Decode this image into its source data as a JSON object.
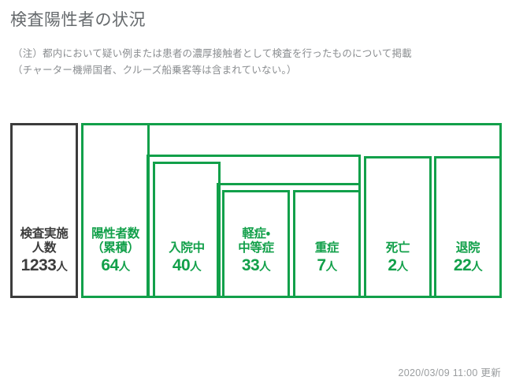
{
  "header": {
    "title": "検査陽性者の状況",
    "notes": [
      "（注）都内において疑い例または患者の濃厚接触者として検査を行ったものについて掲載",
      "（チャーター機帰国者、クルーズ船乗客等は含まれていない。）"
    ]
  },
  "colors": {
    "green": "#12a04a",
    "dark": "#3c3c3c",
    "title_gray": "#666a6d",
    "note_gray": "#8a8d90",
    "footer_gray": "#9a9d9f",
    "background": "#ffffff"
  },
  "chart_data": {
    "type": "diagram",
    "title": "検査陽性者の状況",
    "unit": "人",
    "categories": [
      "検査実施人数",
      "陽性者数（累積）",
      "入院中",
      "軽症・中等症",
      "重症",
      "死亡",
      "退院"
    ],
    "values": [
      1233,
      64,
      40,
      33,
      7,
      2,
      22
    ],
    "nesting": "検査実施人数 ⊃ 陽性者数（累積） ⊃ {入院中 ⊃ {軽症・中等症, 重症}, 死亡, 退院}"
  },
  "boxes": {
    "tested": {
      "label_line1": "検査実施",
      "label_line2": "人数",
      "value": "1233",
      "unit": "人"
    },
    "positive": {
      "label_line1": "陽性者数",
      "label_line2": "（累積）",
      "value": "64",
      "unit": "人"
    },
    "hospitalized": {
      "label_line1": "入院中",
      "value": "40",
      "unit": "人"
    },
    "mild_moderate": {
      "label_line1": "軽症・",
      "label_line2": "中等症",
      "value": "33",
      "unit": "人"
    },
    "severe": {
      "label_line1": "重症",
      "value": "7",
      "unit": "人"
    },
    "deaths": {
      "label_line1": "死亡",
      "value": "2",
      "unit": "人"
    },
    "discharged": {
      "label_line1": "退院",
      "value": "22",
      "unit": "人"
    }
  },
  "footer": {
    "updated": "2020/03/09 11:00 更新"
  }
}
